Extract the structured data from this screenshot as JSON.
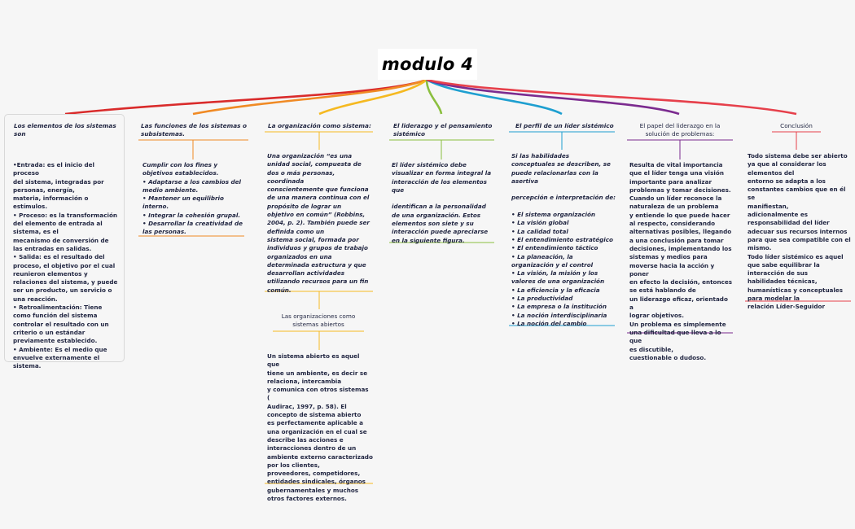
{
  "title": "modulo 4",
  "colors": {
    "branch1": "#d92b2b",
    "branch2": "#f08a24",
    "branch3": "#f5b921",
    "branch4": "#8bbf3f",
    "branch5": "#1e9fd0",
    "branch6": "#7b2b8f",
    "branch7": "#e6404b"
  },
  "branches": [
    {
      "header": "Los elementos de los sistemas son",
      "body": "•Entrada: es el inicio del proceso\ndel sistema, integradas por\npersonas, energía,\nmateria, información o\nestímulos.\n• Proceso: es la transformación\ndel elemento de entrada al\nsistema, es el\nmecanismo de conversión de\nlas entradas en salidas.\n• Salida: es el resultado del\nproceso, el objetivo por el cual\nreunieron elementos y\nrelaciones del sistema, y puede\nser un producto, un servicio o\nuna reacción.\n• Retroalimentación: Tiene\ncomo función del sistema\ncontrolar el resultado con un\ncriterio o un estándar\npreviamente establecido.\n• Ambiente: Es el medio que\nenvuelve externamente el\nsistema."
    },
    {
      "header": "Las funciones de los sistemas o subsistemas.",
      "body": "Cumplir con los fines y\nobjetivos establecidos.\n• Adaptarse a los cambios del\nmedio ambiente.\n• Mantener un equilibrio\ninterno.\n• Integrar la cohesión grupal.\n• Desarrollar la creatividad de\nlas personas."
    },
    {
      "header": "La organización como sistema:",
      "body": "Una organización “es una\nunidad social, compuesta de\ndos o más personas,\ncoordinada\nconscientemente que funciona\nde una manera continua con el\npropósito de lograr un\nobjetivo en común” (Robbins,\n2004, p. 2). También puede ser\ndefinida como un\nsistema social, formada por\nindividuos y grupos de trabajo\norganizados en una\ndeterminada estructura y que\ndesarrollan actividades\nutilizando recursos para un fin\ncomún.",
      "sub_header": "Las organizaciones como\nsistemas abiertos",
      "sub_body": "Un sistema abierto es aquel que\ntiene un ambiente, es decir se\nrelaciona, intercambia\ny comunica con otros sistemas (\nAudirac, 1997, p. 58). El\nconcepto de sistema abierto\nes perfectamente aplicable a\nuna organización en el cual se\ndescribe las acciones e\ninteracciones dentro de un\nambiente externo caracterizado\npor los clientes,\nproveedores, competidores,\nentidades sindicales, órganos\ngubernamentales y muchos\notros factores externos."
    },
    {
      "header": "El liderazgo y el pensamiento sistémico",
      "body": "El líder sistémico debe\nvisualizar en forma integral la\ninteracción de los elementos\nque\n\nidentifican a la personalidad\nde una organización. Estos\nelementos son siete y su\ninteracción puede apreciarse\nen la siguiente figura."
    },
    {
      "header": "El perfil de un líder sistémico",
      "body": "Si las habilidades\nconceptuales se describen, se\npuede relacionarlas con la\nasertiva\n\npercepción e interpretación de:\n\n• El sistema organización\n• La visión global\n• La calidad total\n• El entendimiento estratégico\n• El entendimiento táctico\n• La planeación, la\norganización y el control\n• La visión, la misión y los\nvalores de una organización\n• La eficiencia y la eficacia\n• La productividad\n• La empresa o la institución\n• La noción interdisciplinaria\n• La noción del cambio"
    },
    {
      "header": "El papel del liderazgo en la solución de problemas:",
      "body": "Resulta de vital importancia\nque el líder tenga una visión\nimportante para analizar\nproblemas y tomar decisiones.\nCuando un líder reconoce la\nnaturaleza de un problema\ny entiende lo que puede hacer\nal respecto, considerando\nalternativas posibles, llegando\na una conclusión para tomar\ndecisiones, implementando los\nsistemas y medios para\nmoverse hacia la acción y poner\nen efecto la decisión, entonces\nse está hablando de\nun liderazgo eficaz, orientado a\nlograr objetivos.\nUn problema es simplemente\nuna dificultad que lleva a lo que\nes discutible,\ncuestionable o dudoso."
    },
    {
      "header": "Conclusión",
      "body": "Todo sistema debe ser abierto\nya que al considerar los\nelementos del\nentorno se adapta a los\nconstantes cambios que en él se\nmanifiestan,\nadicionalmente es\nresponsabilidad del líder\nadecuar sus recursos internos\npara que sea compatible con el\nmismo.\nTodo líder sistémico es aquel\nque sabe equilibrar la\ninteracción de sus\nhabilidades técnicas,\nhumanísticas y conceptuales\npara modelar la\nrelación Líder-Seguidor"
    }
  ]
}
